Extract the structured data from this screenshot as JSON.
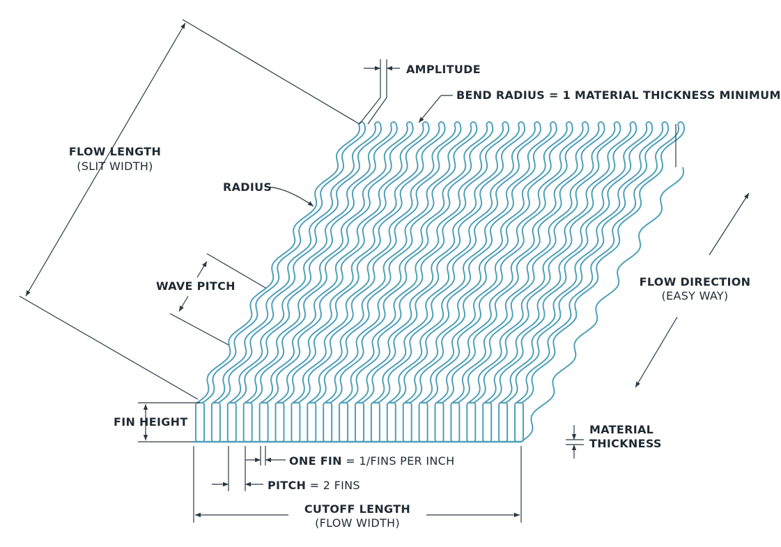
{
  "labels": {
    "amplitude": "AMPLITUDE",
    "bend_radius": "BEND RADIUS = 1 MATERIAL THICKNESS MINIMUM",
    "flow_length": "FLOW LENGTH",
    "slit_width": "(SLIT WIDTH)",
    "radius": "RADIUS",
    "wave_pitch": "WAVE PITCH",
    "flow_direction": "FLOW DIRECTION",
    "easy_way": "(EASY WAY)",
    "fin_height": "FIN HEIGHT",
    "material": "MATERIAL",
    "thickness": "THICKNESS",
    "one_fin": "ONE FIN",
    "one_fin_eq": "= 1/FINS PER INCH",
    "pitch": "PITCH",
    "pitch_eq": "= 2 FINS",
    "cutoff_length": "CUTOFF LENGTH",
    "flow_width": "(FLOW WIDTH)"
  },
  "colors": {
    "fin": "#4e9fb8",
    "ink": "#1f2a33",
    "line": "#2b3840"
  }
}
